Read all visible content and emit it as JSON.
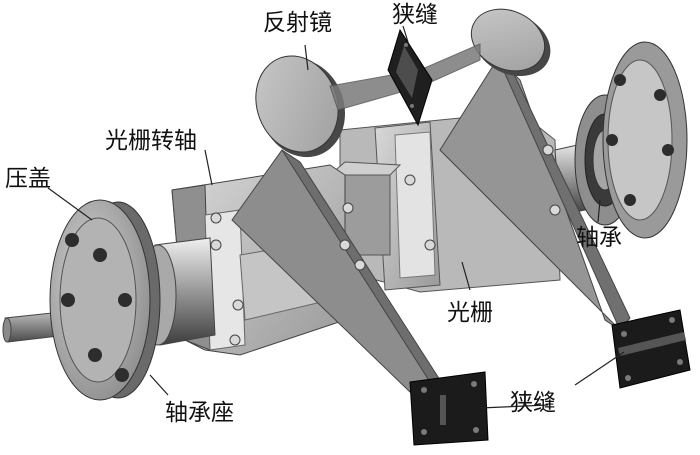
{
  "labels": {
    "mirror": "反射镜",
    "slit_top": "狭缝",
    "grating_shaft": "光栅转轴",
    "press_cover": "压盖",
    "bearing": "轴承",
    "grating": "光栅",
    "bearing_seat": "轴承座",
    "slit_bottom": "狭缝"
  },
  "colors": {
    "background": "#ffffff",
    "metal_light": "#cfcfcf",
    "metal_mid": "#a9a9a9",
    "metal_dark": "#5c5c5c",
    "plate_dark": "#1c1c1c",
    "leader": "#222222"
  }
}
